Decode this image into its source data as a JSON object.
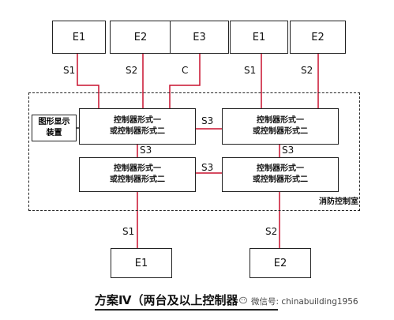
{
  "top_devices": [
    "E1",
    "E2",
    "E3",
    "E1",
    "E2"
  ],
  "top_signals": [
    "S1",
    "S2",
    "C",
    "S1",
    "S2"
  ],
  "controllers": [
    {
      "line1": "控制器形式一",
      "line2": "或控制器形式二"
    },
    {
      "line1": "控制器形式一",
      "line2": "或控制器形式二"
    },
    {
      "line1": "控制器形式一",
      "line2": "或控制器形式二"
    },
    {
      "line1": "控制器形式一",
      "line2": "或控制器形式二"
    }
  ],
  "graphic_display": {
    "line1": "图形显示",
    "line2": "装置"
  },
  "bus_labels": {
    "top_h": "S3",
    "bottom_h": "S3",
    "left_v": "S3",
    "right_v": "S3"
  },
  "room_label": "消防控制室",
  "bottom_signals": [
    "S1",
    "S2"
  ],
  "bottom_devices": [
    "E1",
    "E2"
  ],
  "caption": "方案Ⅳ（两台及以上控制器",
  "watermark": "微信号: chinabuilding1956",
  "colors": {
    "signal_line": "#c8102e",
    "box_border": "#222222"
  }
}
